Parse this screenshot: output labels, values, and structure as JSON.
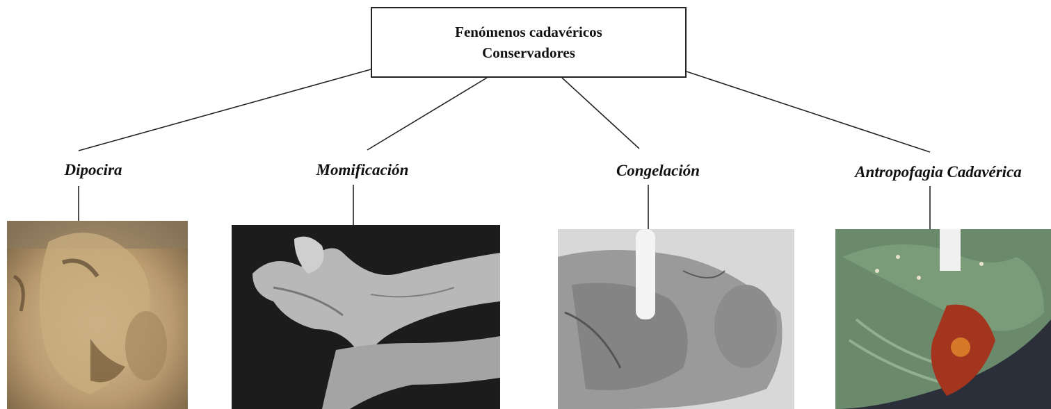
{
  "root": {
    "line1": "Fenómenos cadavéricos",
    "line2": "Conservadores"
  },
  "branches": [
    {
      "label": "Dipocira",
      "image_icon": "adipocere-photo"
    },
    {
      "label": "Momificación",
      "image_icon": "mummified-limb-photo"
    },
    {
      "label": "Congelación",
      "image_icon": "frozen-body-photo"
    },
    {
      "label": "Antropofagia Cadavérica",
      "image_icon": "insect-activity-photo"
    }
  ],
  "colors": {
    "line": "#222222",
    "photo1_base": "#b89a6e",
    "photo2_base": "#1a1a1a",
    "photo3_base": "#cfcfcf",
    "photo4_base": "#6b8a6c"
  }
}
